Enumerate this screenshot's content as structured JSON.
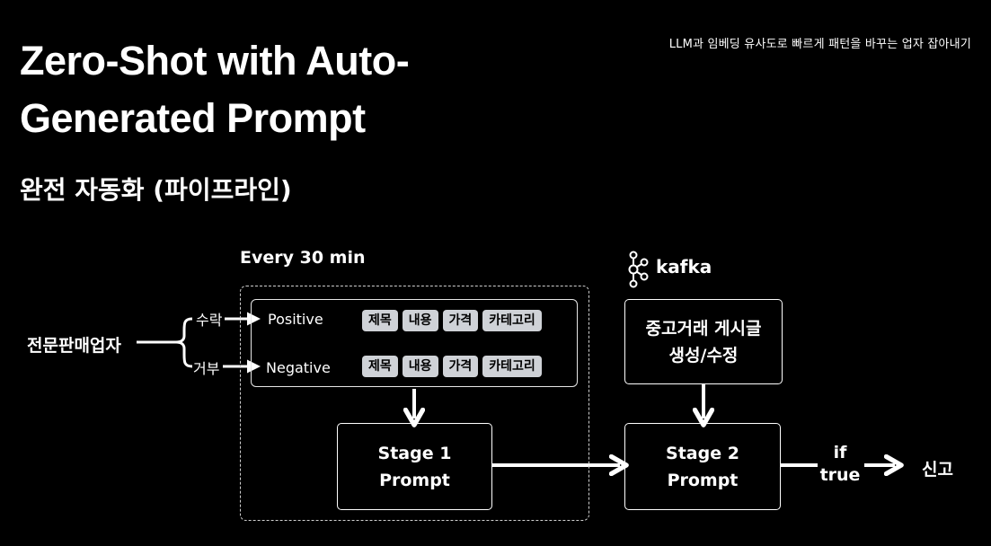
{
  "header": {
    "title_line1": "Zero-Shot with Auto-",
    "title_line2": "Generated Prompt",
    "top_right": "LLM과 임베딩 유사도로 빠르게 패턴을 바꾸는 업자 잡아내기",
    "heading": "완전 자동화 (파이프라인)"
  },
  "diagram": {
    "schedule_label": "Every 30 min",
    "seller_label": "전문판매업자",
    "accept_label": "수락",
    "reject_label": "거부",
    "positive_label": "Positive",
    "negative_label": "Negative",
    "positive_fields": [
      "제목",
      "내용",
      "가격",
      "카테고리"
    ],
    "negative_fields": [
      "제목",
      "내용",
      "가격",
      "카테고리"
    ],
    "stage1": {
      "line1": "Stage 1",
      "line2": "Prompt"
    },
    "stage2": {
      "line1": "Stage 2",
      "line2": "Prompt"
    },
    "kafka_label": "kafka",
    "post_box": {
      "line1": "중고거래 게시글",
      "line2": "생성/수정"
    },
    "condition": {
      "line1": "if",
      "line2": "true"
    },
    "result_label": "신고"
  },
  "colors": {
    "background": "#000000",
    "foreground": "#ffffff",
    "chip": "#cfd2d7"
  },
  "icons": [
    "kafka-logo-icon"
  ]
}
